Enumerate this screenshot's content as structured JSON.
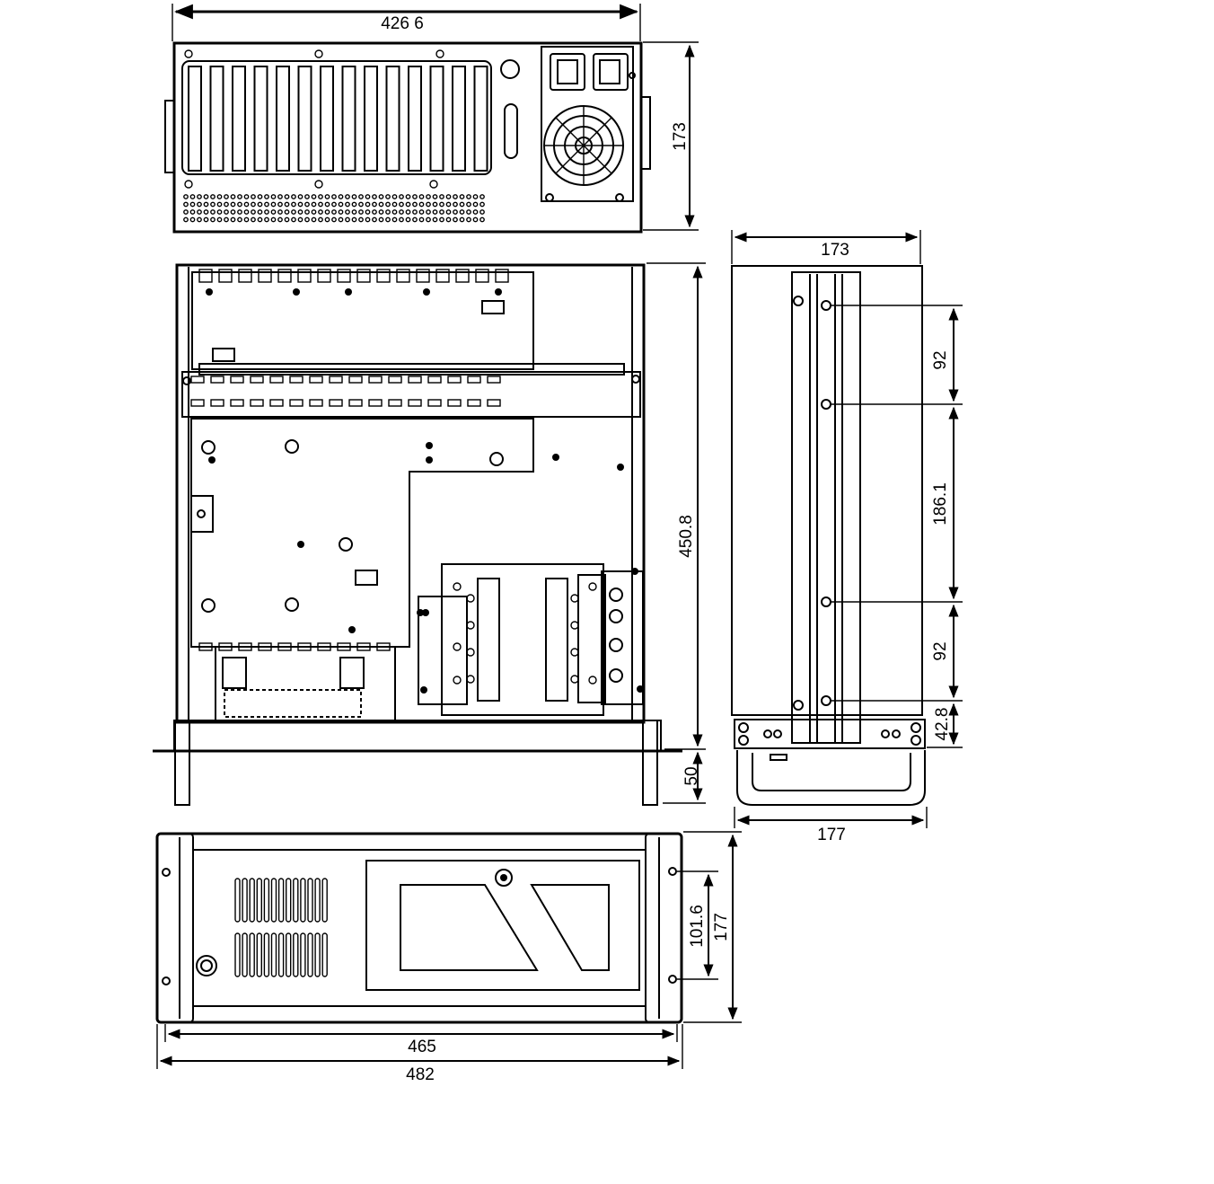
{
  "drawing": {
    "dimensions": {
      "rear_width": "426 6",
      "rear_height": "173",
      "top_depth": "450.8",
      "handle_depth": "50",
      "side_depth": "173",
      "side_hole_spacing_1": "92",
      "side_hole_spacing_2": "186.1",
      "side_hole_spacing_3": "92",
      "side_hole_offset": "42.8",
      "side_bracket_depth": "177",
      "front_inner_width": "465",
      "front_overall_width": "482",
      "front_hole_spacing": "101.6",
      "front_height": "177"
    }
  }
}
